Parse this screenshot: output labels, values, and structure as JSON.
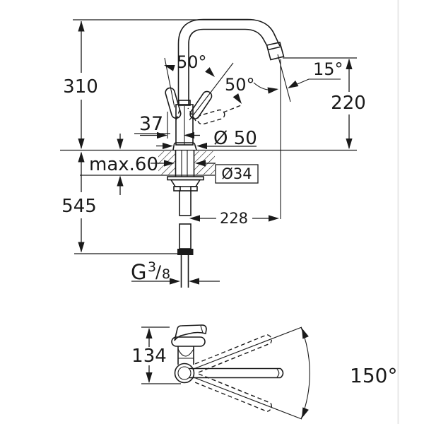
{
  "drawing": {
    "type": "technical-dimension-drawing",
    "subject": "single-lever kitchen faucet, front view and top view",
    "colors": {
      "line": "#1a1a1a",
      "background": "#ffffff",
      "frame_border": "#e7e7e7"
    },
    "labels": {
      "dim_height_above_deck": "310",
      "dim_below_deck": "545",
      "dim_lever_offset": "37",
      "dim_deck_thickness": "max.60",
      "dim_base_diameter": "Ø 50",
      "dim_shank_diameter": "Ø34",
      "dim_spout_height": "220",
      "dim_spout_reach": "228",
      "angle_spout": "15°",
      "angle_lever_swing": "50°",
      "angle_lever_open": "50°",
      "thread_letter": "G",
      "thread_numerator": "3",
      "thread_slash": "/",
      "thread_denominator": "8",
      "dim_body_height": "134",
      "angle_swivel_range": "150°"
    }
  }
}
